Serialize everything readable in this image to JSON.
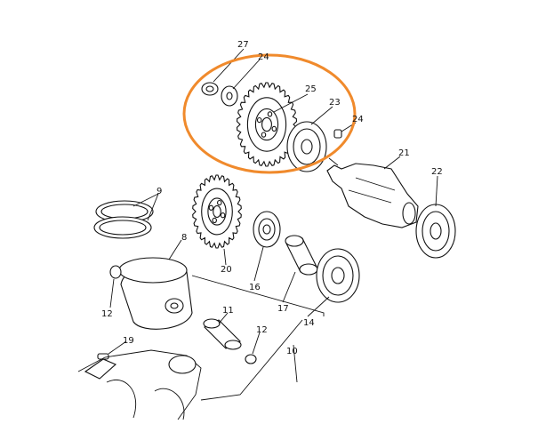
{
  "diagram": {
    "highlight_color": "#f08a2c",
    "labels": {
      "p27": "27",
      "p24a": "24",
      "p25": "25",
      "p23": "23",
      "p24b": "24",
      "p21": "21",
      "p22": "22",
      "p9": "9",
      "p8": "8",
      "p20": "20",
      "p16": "16",
      "p17": "17",
      "p14": "14",
      "p12a": "12",
      "p11": "11",
      "p12b": "12",
      "p19": "19",
      "p10": "10"
    }
  }
}
